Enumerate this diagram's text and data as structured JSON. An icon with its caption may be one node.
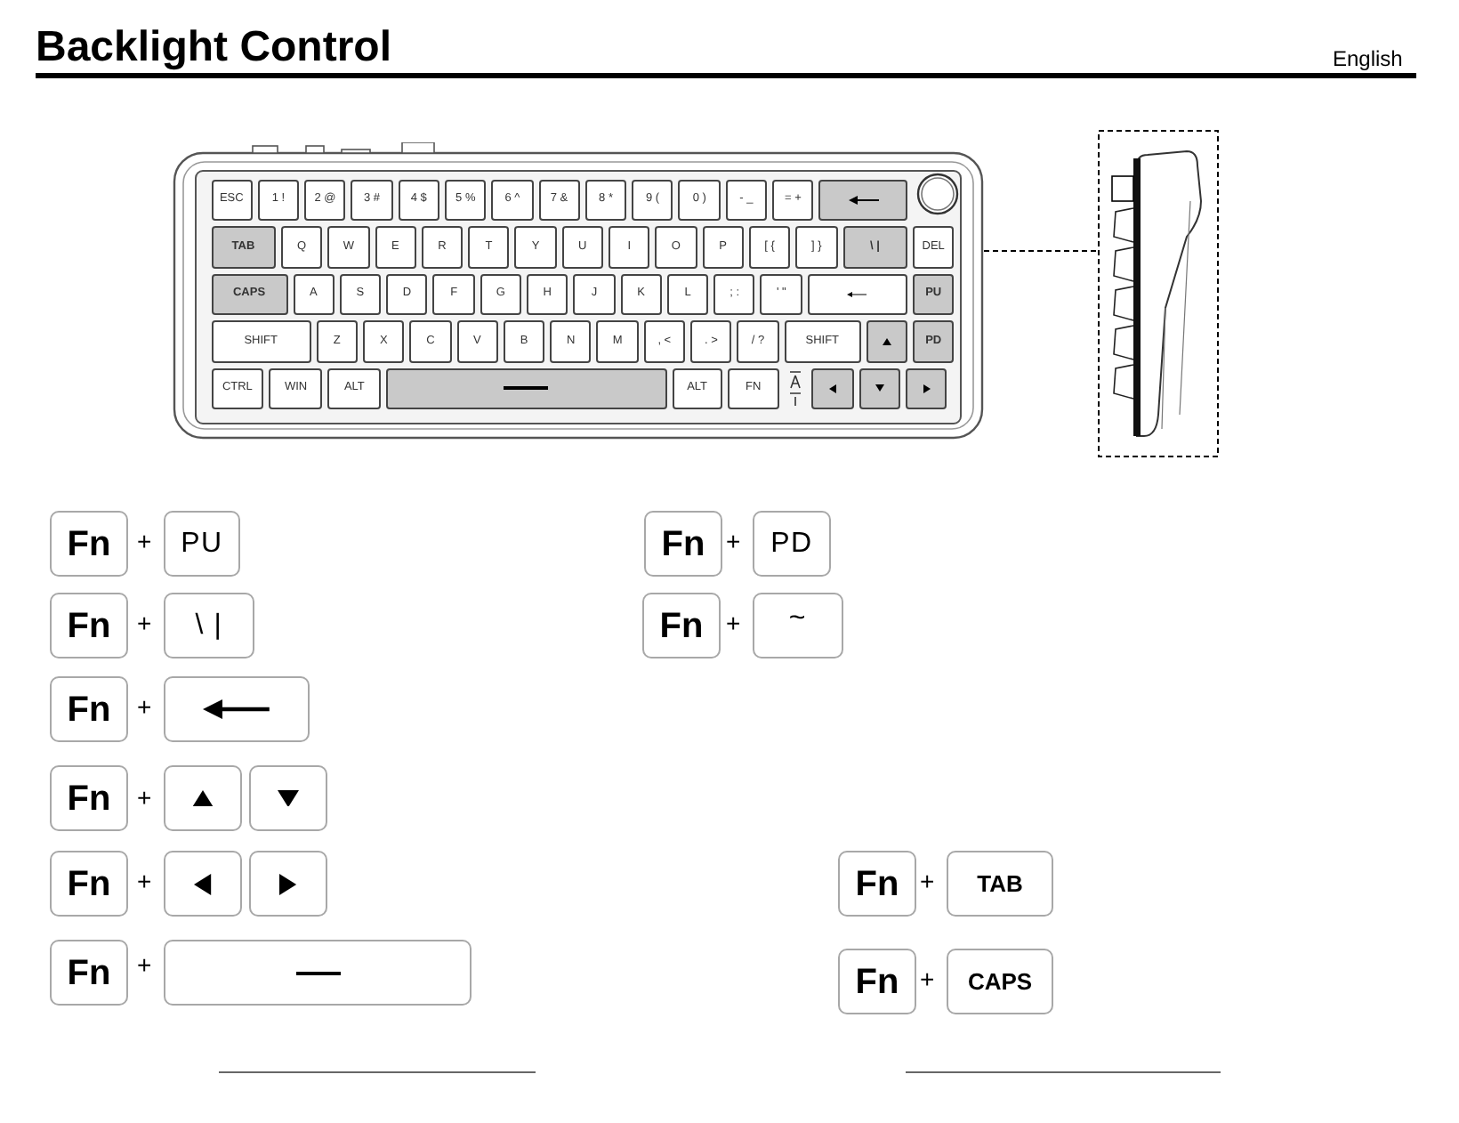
{
  "diagram": {
    "title": "Backlight Control",
    "nodes": [
      {
        "text": [],
        "shape": "picture"
      },
      {
        "text": [],
        "shape": "picture"
      },
      {
        "text": [
          "Fn"
        ]
      },
      {
        "text": [
          "PU"
        ]
      },
      {
        "text": [
          "Fn"
        ]
      },
      {
        "text": [
          "PD"
        ]
      },
      {
        "text": [
          "Fn"
        ]
      },
      {
        "text": [
          "\\ |"
        ]
      },
      {
        "text": [
          "Fn"
        ]
      },
      {
        "text": [
          "~"
        ]
      },
      {
        "text": [
          "Fn"
        ]
      },
      {
        "text": [],
        "shape": "box"
      },
      {
        "text": [
          "Fn"
        ]
      },
      {
        "text": [],
        "shape": "box"
      },
      {
        "text": [],
        "shape": "box"
      },
      {
        "text": [
          "Fn"
        ]
      },
      {
        "text": [],
        "shape": "box"
      },
      {
        "text": [],
        "shape": "box"
      },
      {
        "text": [
          "Fn"
        ]
      },
      {
        "text": [
          "TAB"
        ]
      },
      {
        "text": [
          "Fn"
        ]
      },
      {
        "text": [],
        "shape": "box"
      },
      {
        "text": [
          "Fn"
        ]
      },
      {
        "text": [
          "CAPS"
        ]
      }
    ],
    "edges": [
      {
        "from": 0,
        "to": 1,
        "arrow": "none",
        "style": "dashed"
      }
    ],
    "labels": [
      "English",
      "ESC",
      "1 !",
      "2 @",
      "3 #",
      "4 $",
      "5 %",
      "6 ^",
      "7 &",
      "8 *",
      "9 (",
      "0 )",
      "- _",
      "= +",
      "TAB",
      "Q",
      "W",
      "E",
      "R",
      "T",
      "Y",
      "U",
      "I",
      "O",
      "P",
      "[ {",
      "] }",
      "\\ |",
      "DEL",
      "CAPS",
      "A",
      "S",
      "D",
      "F",
      "G",
      "H",
      "J",
      "K",
      "L",
      "; :",
      "' \"",
      "PU",
      "SHIFT",
      "Z",
      "X",
      "C",
      "V",
      "B",
      "N",
      "M",
      ", <",
      ". >",
      "/ ?",
      "SHIFT",
      "PD",
      "CTRL",
      "WIN",
      "ALT",
      "ALT",
      "FN",
      "+",
      "+",
      "+",
      "+",
      "+",
      "+",
      "+",
      "+",
      "+",
      "+"
    ]
  }
}
